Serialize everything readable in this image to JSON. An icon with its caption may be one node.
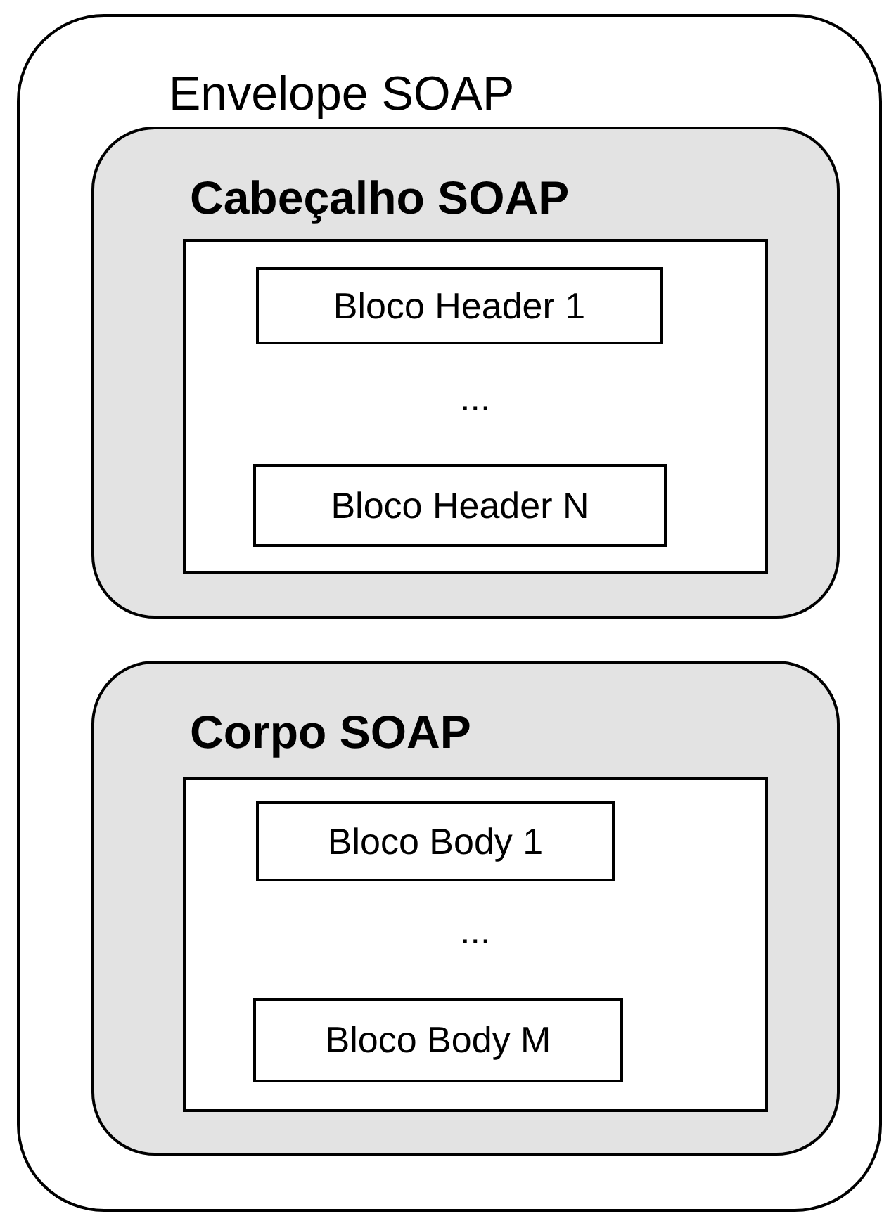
{
  "diagram": {
    "nodes": [
      {
        "text": [
          "Envelope SOAP"
        ]
      },
      {
        "text": [
          "Cabeçalho SOAP"
        ],
        "in": 0
      },
      {
        "text": [],
        "shape": "box",
        "in": 1
      },
      {
        "text": [
          "Bloco Header 1"
        ],
        "in": 2
      },
      {
        "text": [
          "Bloco Header N"
        ],
        "in": 2
      },
      {
        "text": [
          "Corpo SOAP"
        ],
        "in": 0
      },
      {
        "text": [],
        "shape": "box",
        "in": 5
      },
      {
        "text": [
          "Bloco Body 1"
        ],
        "in": 6
      },
      {
        "text": [
          "Bloco Body M"
        ],
        "in": 6
      }
    ],
    "labels": [
      "...",
      "..."
    ]
  }
}
